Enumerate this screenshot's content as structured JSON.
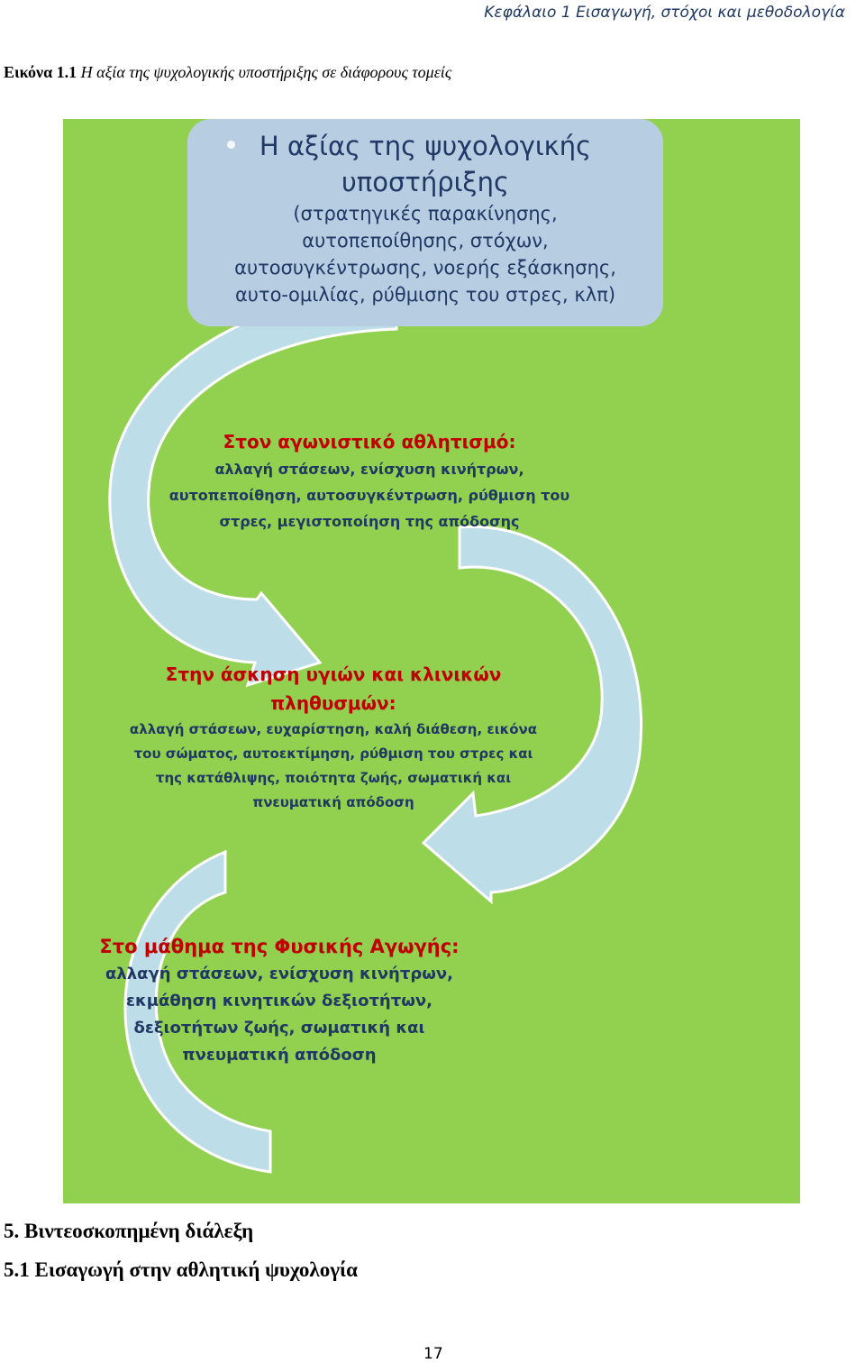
{
  "header": {
    "running_title": "Κεφάλαιο 1 Εισαγωγή, στόχοι και μεθοδολογία"
  },
  "caption": {
    "label": "Εικόνα 1.1",
    "text": "Η αξία της ψυχολογικής υποστήριξης σε διάφορους τομείς"
  },
  "figure": {
    "colors": {
      "background": "#92d050",
      "box": "#b7cde2",
      "arrow_fill": "#bddde8",
      "arrow_stroke": "#ffffff",
      "heading_text": "#c00000",
      "body_text": "#1f3864"
    },
    "top_box": {
      "title_lines": [
        "Η αξίας της ψυχολογικής",
        "υποστήριξης"
      ],
      "detail_lines": [
        "(στρατηγικές παρακίνησης,",
        "αυτοπεποίθησης, στόχων,",
        "αυτοσυγκέντρωσης, νοερής εξάσκησης,",
        "αυτο-ομιλίας, ρύθμισης του στρες, κλπ)"
      ]
    },
    "competitive_sport": {
      "heading": "Στον αγωνιστικό αθλητισμό:",
      "lines": [
        "αλλαγή στάσεων, ενίσχυση κινήτρων,",
        "αυτοπεποίθηση, αυτοσυγκέντρωση, ρύθμιση του",
        "στρες, μεγιστοποίηση της απόδοσης"
      ]
    },
    "health_exercise": {
      "heading_lines": [
        "Στην άσκηση υγιών και κλινικών",
        "πληθυσμών:"
      ],
      "lines": [
        "αλλαγή στάσεων, ευχαρίστηση, καλή διάθεση, εικόνα",
        "του σώματος, αυτοεκτίμηση, ρύθμιση του στρες και",
        "της κατάθλιψης, ποιότητα ζωής, σωματική και",
        "πνευματική απόδοση"
      ]
    },
    "physical_education": {
      "heading": "Στο μάθημα της Φυσικής Αγωγής:",
      "lines": [
        "αλλαγή στάσεων, ενίσχυση κινήτρων,",
        "εκμάθηση κινητικών δεξιοτήτων,",
        "δεξιοτήτων ζωής, σωματική και",
        "πνευματική απόδοση"
      ]
    }
  },
  "headings": {
    "h5": "5. Βιντεοσκοπημένη διάλεξη",
    "h5_1": "5.1 Εισαγωγή στην αθλητική ψυχολογία"
  },
  "page_number": "17"
}
